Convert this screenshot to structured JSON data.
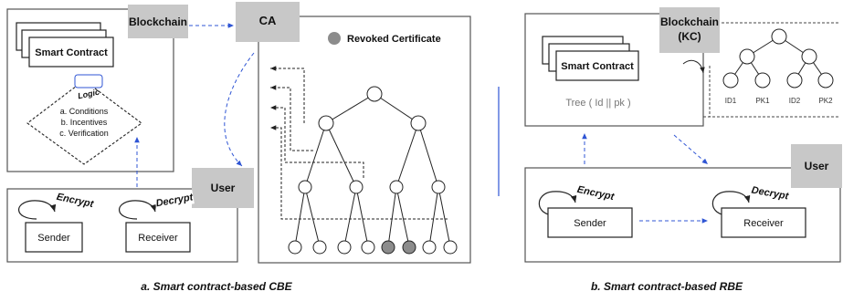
{
  "left": {
    "blockchain_label": "Blockchain",
    "ca_label": "CA",
    "smart_contract_label": "Smart Contract",
    "logic_label": "Logic",
    "logic_items": [
      "a. Conditions",
      "b. Incentives",
      "c. Verification"
    ],
    "revoked_label": "Revoked Certificate",
    "user_label": "User",
    "encrypt_label": "Encrypt",
    "decrypt_label": "Decrypt",
    "sender_label": "Sender",
    "receiver_label": "Receiver",
    "caption": "a.  Smart contract-based CBE"
  },
  "right": {
    "blockchain_label_1": "Blockchain",
    "blockchain_label_2": "(KC)",
    "smart_contract_label": "Smart Contract",
    "tree_label": "Tree ( Id || pk )",
    "leaf_labels": [
      "ID1",
      "PK1",
      "ID2",
      "PK2"
    ],
    "user_label": "User",
    "encrypt_label": "Encrypt",
    "decrypt_label": "Decrypt",
    "sender_label": "Sender",
    "receiver_label": "Receiver",
    "caption": "b.  Smart contract-based RBE"
  },
  "colors": {
    "gray_box": "#c8c8c8",
    "panel_border": "#555555",
    "arrow_blue": "#2f55d4",
    "revoked_fill": "#8c8c8c",
    "divider": "#2f55d4"
  }
}
